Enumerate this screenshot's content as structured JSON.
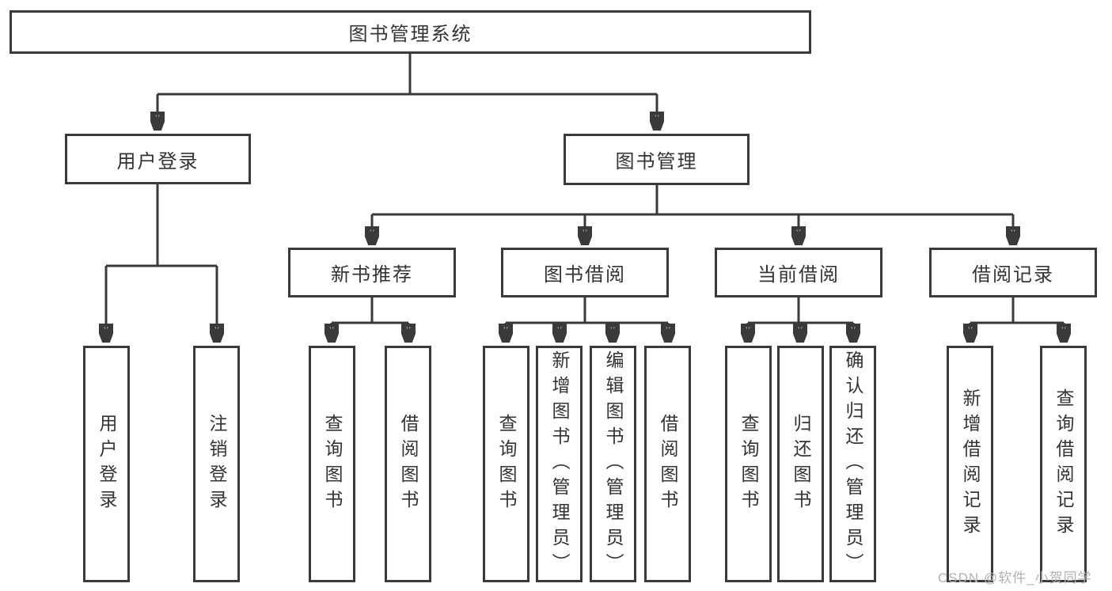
{
  "diagram": {
    "type": "tree",
    "title": "图书管理系统",
    "watermark": "CSDN @软件_小贺同学",
    "colors": {
      "line": "#3a3a3a",
      "box_border": "#3a3a3a",
      "box_bg": "#ffffff",
      "text": "#333333",
      "watermark": "#b2b2b2"
    }
  },
  "nodes": {
    "root": {
      "label": "图书管理系统"
    },
    "user_login": {
      "label": "用户登录"
    },
    "book_mgmt": {
      "label": "图书管理"
    },
    "new_book_rec": {
      "label": "新书推荐"
    },
    "book_borrow": {
      "label": "图书借阅"
    },
    "current_borrow": {
      "label": "当前借阅"
    },
    "borrow_records": {
      "label": "借阅记录"
    },
    "leaf_user_login": {
      "label": "用户登录"
    },
    "leaf_logout": {
      "label": "注销登录"
    },
    "leaf_rec_query": {
      "label": "查询图书"
    },
    "leaf_rec_borrow": {
      "label": "借阅图书"
    },
    "leaf_bb_query": {
      "label": "查询图书"
    },
    "leaf_bb_add": {
      "label": "新增图书（管理员）"
    },
    "leaf_bb_edit": {
      "label": "编辑图书（管理员）"
    },
    "leaf_bb_borrow": {
      "label": "借阅图书"
    },
    "leaf_cb_query": {
      "label": "查询图书"
    },
    "leaf_cb_return": {
      "label": "归还图书"
    },
    "leaf_cb_confirm": {
      "label": "确认归还（管理员）"
    },
    "leaf_br_add": {
      "label": "新增借阅记录"
    },
    "leaf_br_query": {
      "label": "查询借阅记录"
    }
  },
  "hierarchy": {
    "图书管理系统": [
      "用户登录",
      "图书管理"
    ],
    "用户登录": [
      "用户登录",
      "注销登录"
    ],
    "图书管理": [
      "新书推荐",
      "图书借阅",
      "当前借阅",
      "借阅记录"
    ],
    "新书推荐": [
      "查询图书",
      "借阅图书"
    ],
    "图书借阅": [
      "查询图书",
      "新增图书（管理员）",
      "编辑图书（管理员）",
      "借阅图书"
    ],
    "当前借阅": [
      "查询图书",
      "归还图书",
      "确认归还（管理员）"
    ],
    "借阅记录": [
      "新增借阅记录",
      "查询借阅记录"
    ]
  }
}
